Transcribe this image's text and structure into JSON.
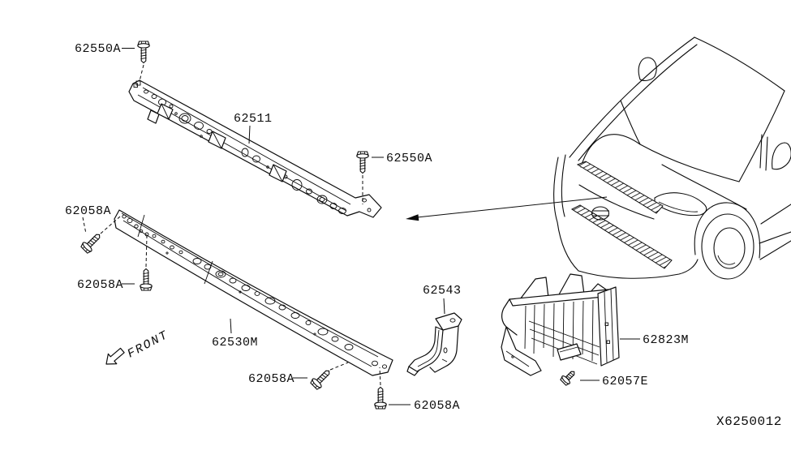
{
  "diagram": {
    "type": "parts-diagram",
    "drawing_code": "X6250012",
    "front_indicator": "FRONT",
    "line_color": "#0c0c0c",
    "background_color": "#ffffff",
    "callouts": {
      "bolt_top_left": "62550A",
      "bolt_mid_right": "62550A",
      "upper_radiator_support": "62511",
      "bolt_left_upper": "62058A",
      "bolt_left_lower": "62058A",
      "lower_radiator_support": "62530M",
      "bolt_bottom_left": "62058A",
      "bolt_bottom_center": "62058A",
      "bracket": "62543",
      "side_cover": "62823M",
      "screw_bottom_right": "62057E"
    }
  }
}
